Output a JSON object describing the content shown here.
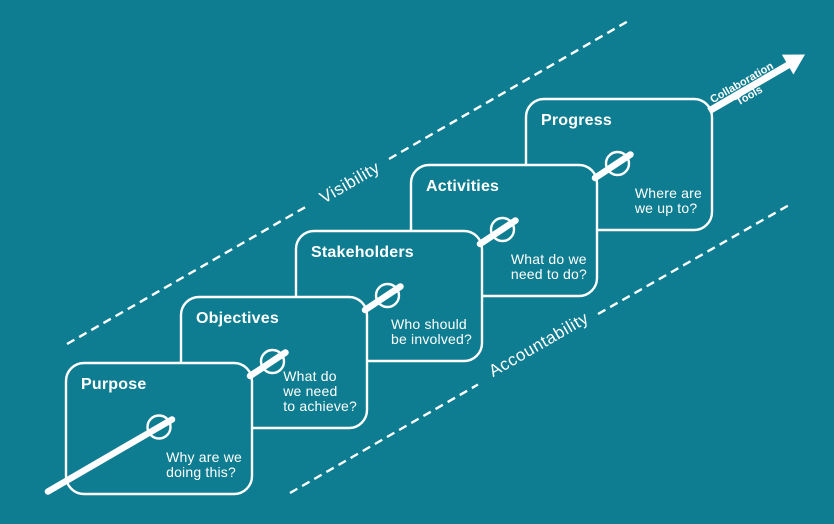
{
  "colors": {
    "background": "#0e7d91",
    "foreground": "#ffffff"
  },
  "cards": [
    {
      "title": "Purpose",
      "question": "Why are we\ndoing this?"
    },
    {
      "title": "Objectives",
      "question": "What do\nwe need\nto achieve?"
    },
    {
      "title": "Stakeholders",
      "question": "Who should\nbe involved?"
    },
    {
      "title": "Activities",
      "question": "What do we\nneed to do?"
    },
    {
      "title": "Progress",
      "question": "Where are\nwe up to?"
    }
  ],
  "guide_lines": {
    "top_label": "Visibility",
    "bottom_label": "Accountability"
  },
  "arrow": {
    "label": "Collaboration\nTools"
  }
}
